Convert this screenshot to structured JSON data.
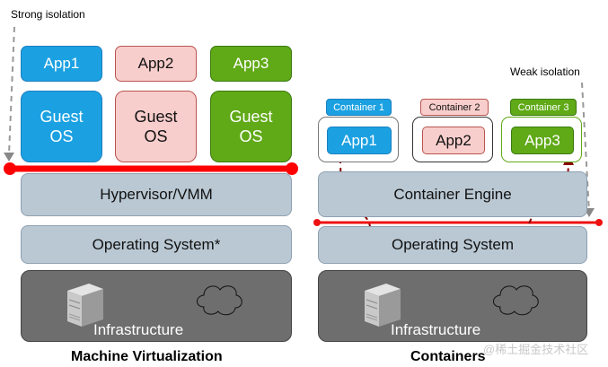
{
  "left": {
    "isolation_label": "Strong isolation",
    "apps": [
      {
        "label": "App1"
      },
      {
        "label": "App2"
      },
      {
        "label": "App3"
      }
    ],
    "guest_os": [
      {
        "label": "Guest\nOS"
      },
      {
        "label": "Guest\nOS"
      },
      {
        "label": "Guest\nOS"
      }
    ],
    "hypervisor": "Hypervisor/VMM",
    "os": "Operating System*",
    "infrastructure": "Infrastructure",
    "title": "Machine Virtualization"
  },
  "right": {
    "isolation_label": "Weak isolation",
    "containers": [
      {
        "name": "Container 1",
        "app": "App1"
      },
      {
        "name": "Container 2",
        "app": "App2"
      },
      {
        "name": "Container 3",
        "app": "App3"
      }
    ],
    "engine": "Container Engine",
    "os": "Operating System",
    "infrastructure": "Infrastructure",
    "title": "Containers"
  },
  "watermark": "@稀土掘金技术社区",
  "colors": {
    "blue": "#1ba1e2",
    "pink": "#f8cecc",
    "green": "#60a917",
    "layer": "#bac8d3",
    "infra": "#6e6e6e",
    "isolation_line": "#ff0000",
    "flow_arrow": "#8b0000"
  }
}
